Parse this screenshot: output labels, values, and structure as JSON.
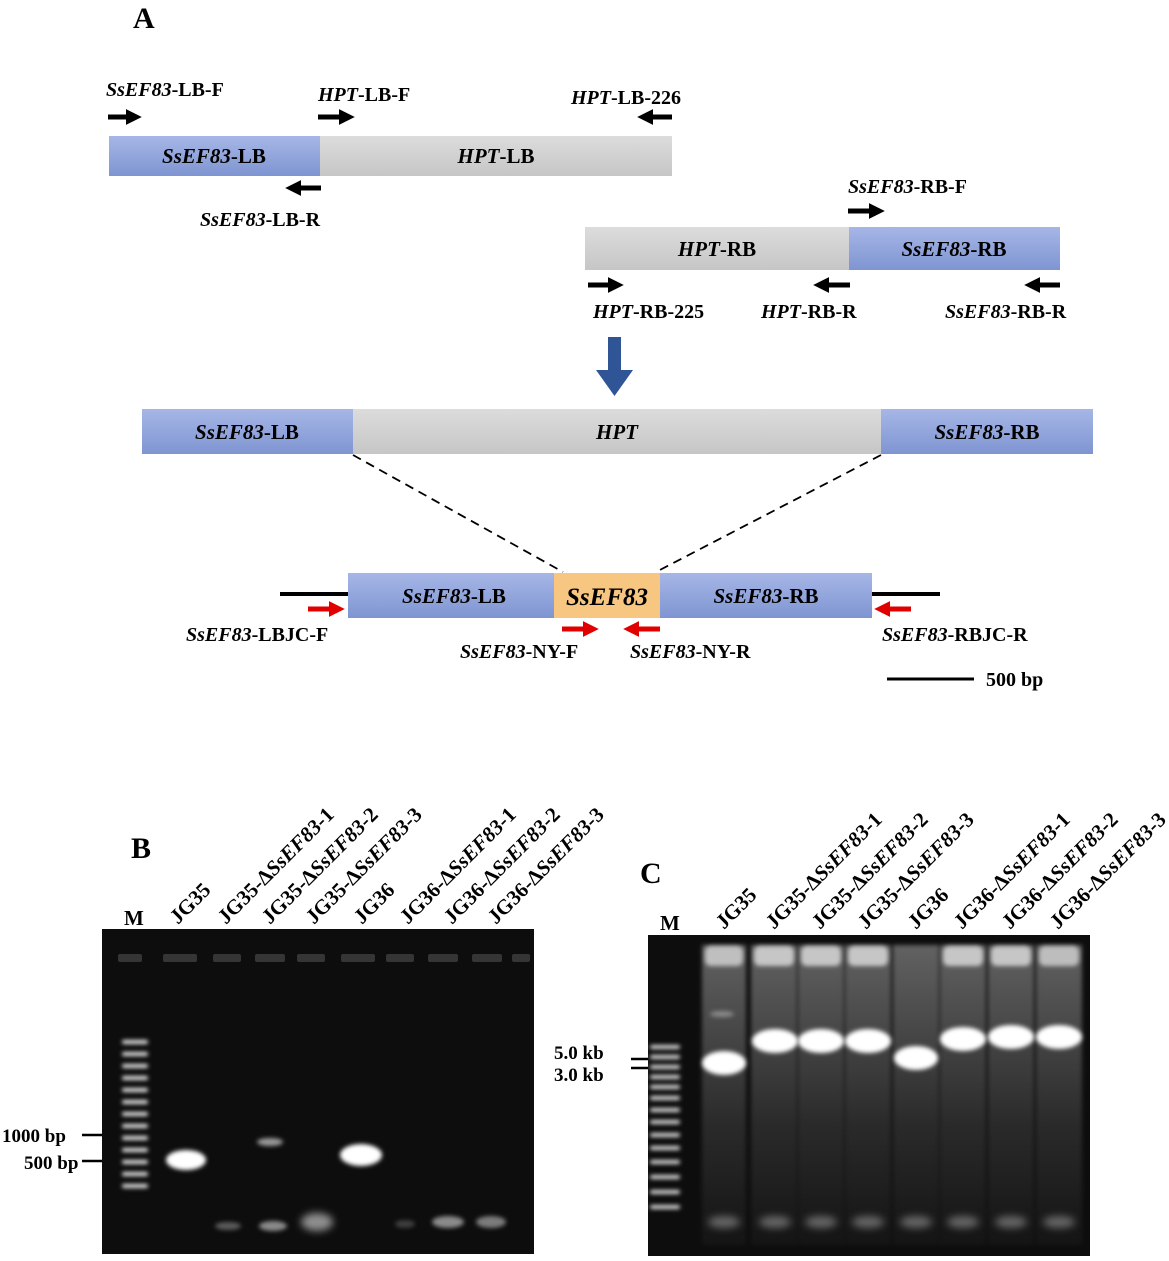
{
  "panels": {
    "a": "A",
    "b": "B",
    "c": "C"
  },
  "colors": {
    "flank": "#8fa3d9",
    "hpt": "#d0d0d0",
    "gene": "#f7c680",
    "primer_black": "#000000",
    "primer_red": "#e00000",
    "arrow_blue": "#2f5596",
    "gel_bg": "#0d0d0d"
  },
  "construct1": {
    "seg_left": {
      "italic": "SsEF83",
      "rest": "-LB"
    },
    "seg_right": {
      "italic": "HPT",
      "rest": "-LB"
    },
    "primers": [
      {
        "italic": "SsEF83",
        "rest": "-LB-F"
      },
      {
        "italic": "HPT",
        "rest": "-LB-F"
      },
      {
        "italic": "HPT",
        "rest": "-LB-226"
      },
      {
        "italic": "SsEF83",
        "rest": "-LB-R"
      }
    ]
  },
  "construct2": {
    "seg_left": {
      "italic": "HPT",
      "rest": "-RB"
    },
    "seg_right": {
      "italic": "SsEF83",
      "rest": "-RB"
    },
    "primers": [
      {
        "italic": "SsEF83",
        "rest": "-RB-F"
      },
      {
        "italic": "HPT",
        "rest": "-RB-225"
      },
      {
        "italic": "HPT",
        "rest": "-RB-R"
      },
      {
        "italic": "SsEF83",
        "rest": "-RB-R"
      }
    ]
  },
  "construct3": {
    "seg_left": {
      "italic": "SsEF83",
      "rest": "-LB"
    },
    "seg_mid": {
      "italic": "HPT",
      "rest": ""
    },
    "seg_right": {
      "italic": "SsEF83",
      "rest": "-RB"
    }
  },
  "construct4": {
    "seg_left": {
      "italic": "SsEF83",
      "rest": "-LB"
    },
    "seg_mid": {
      "italic": "SsEF83",
      "rest": ""
    },
    "seg_right": {
      "italic": "SsEF83",
      "rest": "-RB"
    },
    "primers": [
      {
        "italic": "SsEF83",
        "rest": "-LBJC-F"
      },
      {
        "italic": "SsEF83",
        "rest": "-NY-F"
      },
      {
        "italic": "SsEF83",
        "rest": "-NY-R"
      },
      {
        "italic": "SsEF83",
        "rest": "-RBJC-R"
      }
    ]
  },
  "scale_bar": "500 bp",
  "gel_b": {
    "marker": "M",
    "lanes": [
      {
        "pre": "JG35",
        "italic": "",
        "post": ""
      },
      {
        "pre": "JG35-Δ",
        "italic": "SsEF83",
        "post": "-1"
      },
      {
        "pre": "JG35-Δ",
        "italic": "SsEF83",
        "post": "-2"
      },
      {
        "pre": "JG35-Δ",
        "italic": "SsEF83",
        "post": "-3"
      },
      {
        "pre": "JG36",
        "italic": "",
        "post": ""
      },
      {
        "pre": "JG36-Δ",
        "italic": "SsEF83",
        "post": "-1"
      },
      {
        "pre": "JG36-Δ",
        "italic": "SsEF83",
        "post": "-2"
      },
      {
        "pre": "JG36-Δ",
        "italic": "SsEF83",
        "post": "-3"
      }
    ],
    "size_labels": [
      "1000 bp",
      "500 bp"
    ]
  },
  "gel_c": {
    "marker": "M",
    "lanes": [
      {
        "pre": "JG35",
        "italic": "",
        "post": ""
      },
      {
        "pre": "JG35-Δ",
        "italic": "SsEF83",
        "post": "-1"
      },
      {
        "pre": "JG35-Δ",
        "italic": "SsEF83",
        "post": "-2"
      },
      {
        "pre": "JG35-Δ",
        "italic": "SsEF83",
        "post": "-3"
      },
      {
        "pre": "JG36",
        "italic": "",
        "post": ""
      },
      {
        "pre": "JG36-Δ",
        "italic": "SsEF83",
        "post": "-1"
      },
      {
        "pre": "JG36-Δ",
        "italic": "SsEF83",
        "post": "-2"
      },
      {
        "pre": "JG36-Δ",
        "italic": "SsEF83",
        "post": "-3"
      }
    ],
    "size_labels": [
      "5.0 kb",
      "3.0 kb"
    ]
  }
}
